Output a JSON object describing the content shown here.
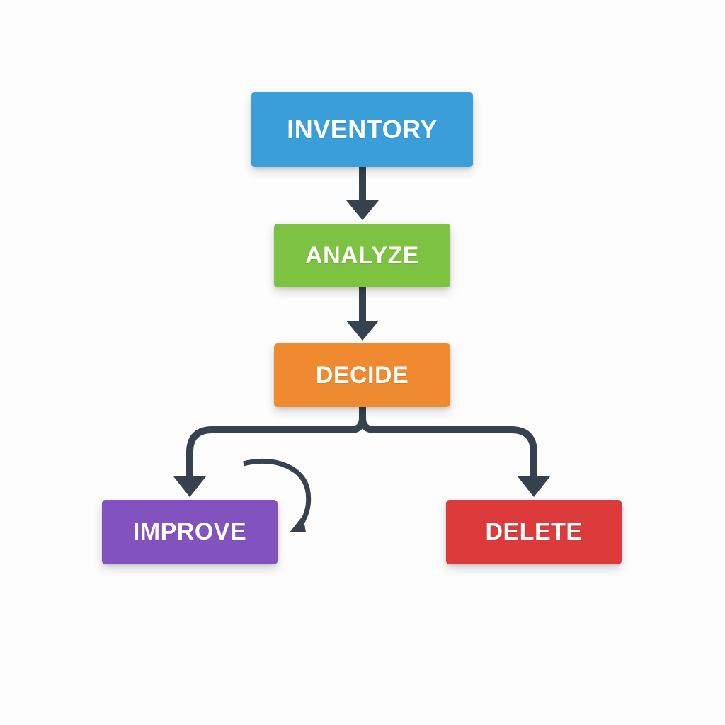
{
  "diagram": {
    "type": "flowchart",
    "nodes": [
      {
        "id": "inventory",
        "label": "INVENTORY",
        "color": "#3a9ed9"
      },
      {
        "id": "analyze",
        "label": "ANALYZE",
        "color": "#7ec242"
      },
      {
        "id": "decide",
        "label": "DECIDE",
        "color": "#f08a30"
      },
      {
        "id": "improve",
        "label": "IMPROVE",
        "color": "#8252bf"
      },
      {
        "id": "delete",
        "label": "DELETE",
        "color": "#dd3b3b"
      }
    ],
    "edges": [
      {
        "from": "inventory",
        "to": "analyze"
      },
      {
        "from": "analyze",
        "to": "decide"
      },
      {
        "from": "decide",
        "to": "improve"
      },
      {
        "from": "decide",
        "to": "delete"
      },
      {
        "from": "improve",
        "to": "improve",
        "style": "loop"
      }
    ],
    "connector_color": "#36424d"
  }
}
